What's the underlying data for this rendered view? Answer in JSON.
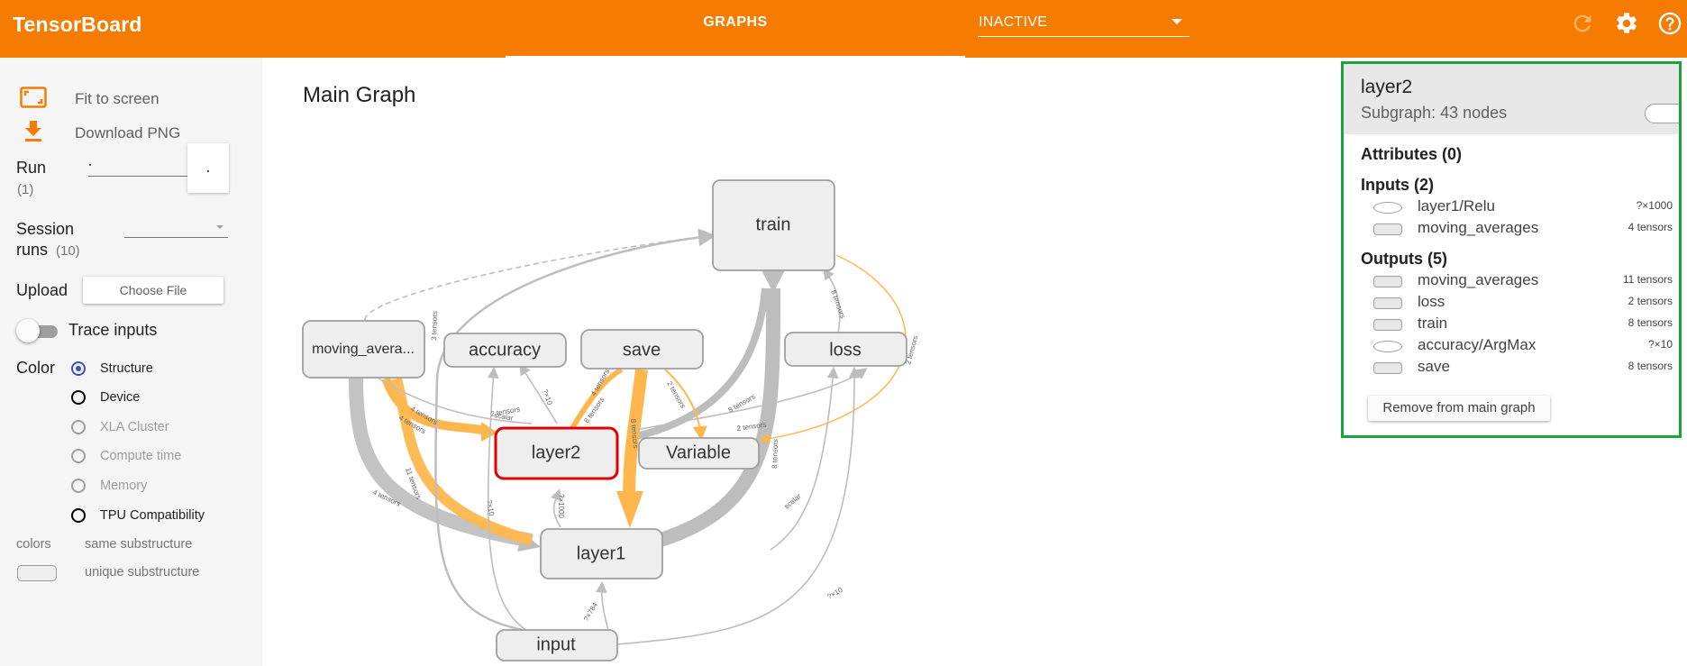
{
  "app": {
    "title": "TensorBoard"
  },
  "header": {
    "tab_label": "GRAPHS",
    "run_select_value": "INACTIVE"
  },
  "colors": {
    "header_bg": "#f57c00",
    "accent": "#f57c00",
    "selected_node_border": "#e00000",
    "info_panel_border": "#1aa53c",
    "radio_selected": "#3f51b5",
    "edge_orange": "#ffb74d",
    "edge_grey": "#bdbdbd"
  },
  "icons": {
    "fit": "fit-screen-icon",
    "download": "download-icon",
    "refresh": "refresh-icon",
    "settings": "gear-icon",
    "help": "help-icon"
  },
  "sidebar": {
    "fit_label": "Fit to screen",
    "download_label": "Download PNG",
    "run_label": "Run",
    "run_count": "(1)",
    "session_label_1": "Session",
    "session_label_2": "runs",
    "session_count": "(10)",
    "upload_label": "Upload",
    "choose_file": "Choose File",
    "trace_inputs": "Trace inputs",
    "color_label": "Color",
    "color_options": [
      {
        "label": "Structure",
        "state": "selected"
      },
      {
        "label": "Device",
        "state": "enabled"
      },
      {
        "label": "XLA Cluster",
        "state": "disabled"
      },
      {
        "label": "Compute time",
        "state": "disabled"
      },
      {
        "label": "Memory",
        "state": "disabled"
      },
      {
        "label": "TPU Compatibility",
        "state": "enabled"
      }
    ],
    "legend_colors": "colors",
    "legend_same": "same substructure",
    "legend_unique": "unique substructure"
  },
  "main": {
    "title": "Main Graph",
    "nodes": {
      "train": "train",
      "moving_averages": "moving_avera...",
      "accuracy": "accuracy",
      "save": "save",
      "loss": "loss",
      "layer2": "layer2",
      "variable": "Variable",
      "layer1": "layer1",
      "input": "input"
    },
    "edge_labels": {
      "e1": "3 tensors",
      "e2": "4 tensors",
      "e3": "4 tensors",
      "e4": "4 tensors",
      "e5": "11 tensors",
      "e6": "scalar",
      "e7": "?×10",
      "e8": "8 tensors",
      "e9": "8 tensors",
      "e10": "8 tensors",
      "e11": "2 tensors",
      "e12": "8 tensors",
      "e13": "8 tensors",
      "e14": "2 tensors",
      "e15": "scalar",
      "e16": "?×10",
      "e17": "?×1000",
      "e18": "?×784",
      "e19": "?×10",
      "e20": "2 tensors",
      "e21": "4 tensors",
      "e22": "2 tensors"
    }
  },
  "info": {
    "title": "layer2",
    "subtitle": "Subgraph: 43 nodes",
    "attributes_label": "Attributes (0)",
    "inputs_label": "Inputs (2)",
    "outputs_label": "Outputs (5)",
    "inputs": [
      {
        "name": "layer1/Relu",
        "size": "?×1000",
        "shape": "ellipse"
      },
      {
        "name": "moving_averages",
        "size": "4 tensors",
        "shape": "rect"
      }
    ],
    "outputs": [
      {
        "name": "moving_averages",
        "size": "11 tensors",
        "shape": "rect"
      },
      {
        "name": "loss",
        "size": "2 tensors",
        "shape": "rect"
      },
      {
        "name": "train",
        "size": "8 tensors",
        "shape": "rect"
      },
      {
        "name": "accuracy/ArgMax",
        "size": "?×10",
        "shape": "ellipse"
      },
      {
        "name": "save",
        "size": "8 tensors",
        "shape": "rect"
      }
    ],
    "remove_label": "Remove from main graph"
  }
}
